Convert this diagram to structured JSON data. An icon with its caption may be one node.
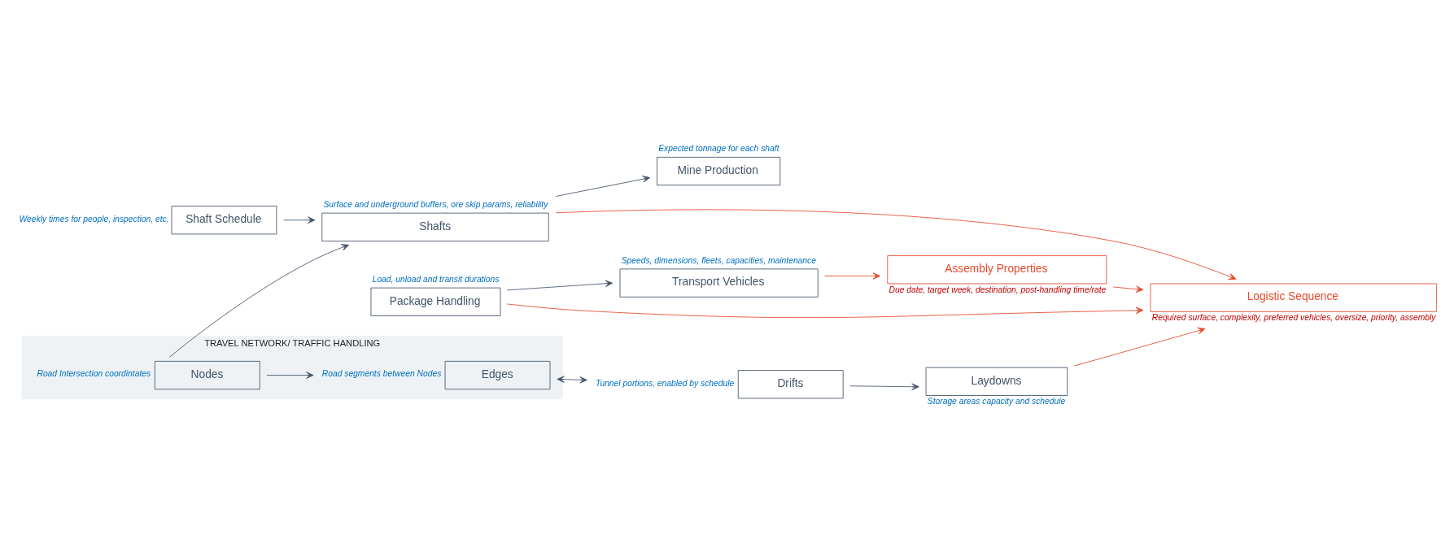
{
  "diagram": {
    "nodes": [
      {
        "text": [
          "Shaft Schedule"
        ],
        "beside": [
          "Weekly times for people, inspection, etc."
        ]
      },
      {
        "text": [
          "TRAVEL NETWORK/ TRAFFIC HANDLING"
        ]
      },
      {
        "text": [
          "Nodes"
        ],
        "in": 1,
        "beside": [
          "Road Intersection coordintates"
        ]
      },
      {
        "text": [
          "Edges"
        ],
        "in": 1,
        "beside": [
          "Road segments between Nodes"
        ]
      },
      {
        "text": [
          "Shafts"
        ],
        "beside": [
          "Surface and underground buffers, ore skip params, reliability"
        ]
      },
      {
        "text": [
          "Mine Production"
        ],
        "beside": [
          "Expected tonnage for each shaft"
        ]
      },
      {
        "text": [
          "Package Handling"
        ],
        "beside": [
          "Load, unload and transit durations"
        ]
      },
      {
        "text": [
          "Transport Vehicles"
        ],
        "beside": [
          "Speeds, dimensions, fleets, capacities, maintenance"
        ]
      },
      {
        "text": [
          "Drifts"
        ],
        "beside": [
          "Tunnel portions, enabled by schedule"
        ]
      },
      {
        "text": [
          "Laydowns"
        ],
        "beside": [
          "Storage areas capacity and schedule"
        ]
      },
      {
        "text": [
          "Logistic Sequence"
        ],
        "beside": [
          "Required surface, complexity, preferred vehicles, oversize, priority, assembly"
        ]
      },
      {
        "text": [
          "Assembly Properties"
        ],
        "beside": [
          "Due date, target week, destination, post-handling time/rate"
        ]
      }
    ],
    "edges": [
      {
        "from": 0,
        "to": 4,
        "arrow": "to"
      },
      {
        "from": 2,
        "to": 4,
        "arrow": "to"
      },
      {
        "from": 4,
        "to": 5,
        "arrow": "to"
      },
      {
        "from": 2,
        "to": 3,
        "arrow": "to"
      },
      {
        "from": 3,
        "to": 8,
        "arrow": "both"
      },
      {
        "from": 8,
        "to": 9,
        "arrow": "to"
      },
      {
        "from": 4,
        "to": 10,
        "arrow": "to",
        "color": "#e8482b"
      },
      {
        "from": 9,
        "to": 10,
        "arrow": "to",
        "color": "#e8482b"
      },
      {
        "from": 6,
        "to": 10,
        "arrow": "to",
        "color": "#e8482b"
      },
      {
        "from": 6,
        "to": 7,
        "arrow": "to"
      },
      {
        "from": 7,
        "to": 11,
        "arrow": "to",
        "color": "#e8482b"
      },
      {
        "from": 11,
        "to": 10,
        "arrow": "to",
        "color": "#e8482b"
      }
    ]
  }
}
